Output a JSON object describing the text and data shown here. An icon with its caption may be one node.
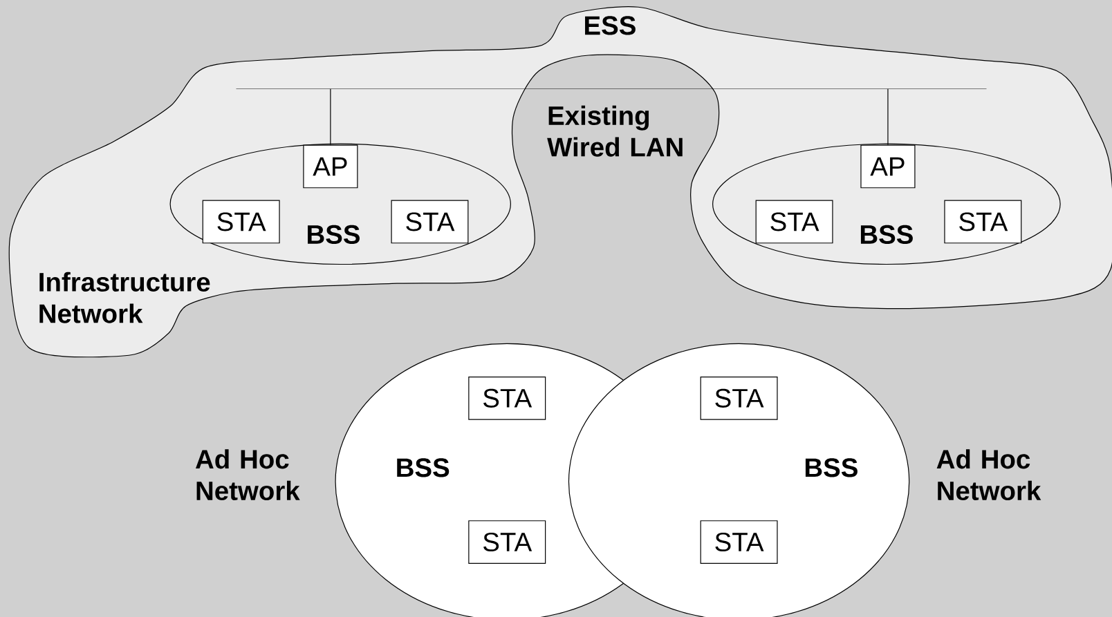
{
  "diagram": {
    "nodes": [
      {
        "text": [
          "ESS",
          "Infrastructure Network"
        ]
      },
      {
        "text": [
          "BSS"
        ],
        "in": 0
      },
      {
        "text": [
          "AP"
        ],
        "in": 1
      },
      {
        "text": [
          "STA"
        ],
        "in": 1
      },
      {
        "text": [
          "STA"
        ],
        "in": 1
      },
      {
        "text": [
          "BSS"
        ],
        "in": 0
      },
      {
        "text": [
          "AP"
        ],
        "in": 5
      },
      {
        "text": [
          "STA"
        ],
        "in": 5
      },
      {
        "text": [
          "STA"
        ],
        "in": 5
      },
      {
        "text": [],
        "shape": "bar"
      },
      {
        "text": [
          "BSS"
        ],
        "beside": [
          "Ad Hoc Network"
        ]
      },
      {
        "text": [
          "STA"
        ],
        "in": 10
      },
      {
        "text": [
          "STA"
        ],
        "in": 10
      },
      {
        "text": [
          "BSS"
        ],
        "beside": [
          "Ad Hoc Network"
        ]
      },
      {
        "text": [
          "STA"
        ],
        "in": 13
      },
      {
        "text": [
          "STA"
        ],
        "in": 13
      }
    ],
    "edges": [
      {
        "from": 9,
        "to": 2,
        "arrow": "none"
      },
      {
        "from": 9,
        "to": 6,
        "arrow": "none"
      }
    ],
    "labels": [
      "Existing Wired LAN"
    ]
  }
}
